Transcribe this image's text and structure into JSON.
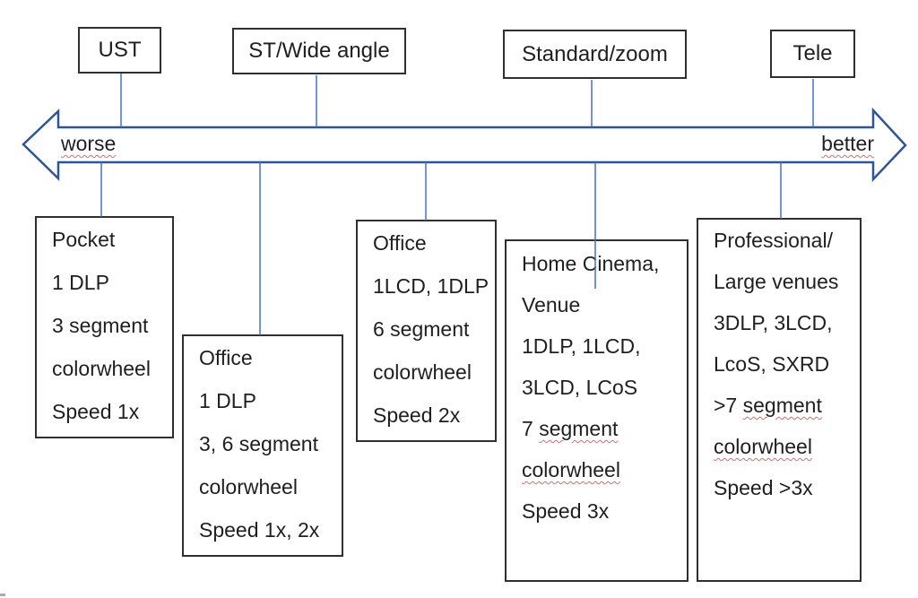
{
  "axis": {
    "left_label": "worse",
    "right_label": "better",
    "arrow_outline_color": "#2E5597",
    "connector_color": "#4472C4"
  },
  "lens_types": [
    {
      "label": "UST"
    },
    {
      "label": "ST/Wide angle"
    },
    {
      "label": "Standard/zoom"
    },
    {
      "label": "Tele"
    }
  ],
  "categories": [
    {
      "lines": [
        [
          {
            "text": "Pocket"
          }
        ],
        [
          {
            "text": "1 DLP"
          }
        ],
        [
          {
            "text": "3 segment"
          }
        ],
        [
          {
            "text": "colorwheel"
          }
        ],
        [
          {
            "text": "Speed 1x"
          }
        ]
      ]
    },
    {
      "lines": [
        [
          {
            "text": "Office"
          }
        ],
        [
          {
            "text": "1 DLP"
          }
        ],
        [
          {
            "text": "3, 6 segment"
          }
        ],
        [
          {
            "text": "colorwheel"
          }
        ],
        [
          {
            "text": "Speed 1x, 2x"
          }
        ]
      ]
    },
    {
      "lines": [
        [
          {
            "text": "Office"
          }
        ],
        [
          {
            "text": "1LCD, 1DLP"
          }
        ],
        [
          {
            "text": "6 segment"
          }
        ],
        [
          {
            "text": "colorwheel"
          }
        ],
        [
          {
            "text": "Speed 2x"
          }
        ]
      ]
    },
    {
      "lines": [
        [
          {
            "text": "Home Cinema,"
          }
        ],
        [
          {
            "text": "Venue"
          }
        ],
        [
          {
            "text": "1DLP, 1LCD,"
          }
        ],
        [
          {
            "text": "3LCD, LCoS"
          }
        ],
        [
          {
            "text": "7 "
          },
          {
            "text": "segment",
            "misspelled": true
          }
        ],
        [
          {
            "text": "colorwheel",
            "misspelled": true
          }
        ],
        [
          {
            "text": "Speed 3x"
          }
        ]
      ]
    },
    {
      "lines": [
        [
          {
            "text": "Professional/"
          }
        ],
        [
          {
            "text": "Large venues"
          }
        ],
        [
          {
            "text": "3DLP, 3LCD,"
          }
        ],
        [
          {
            "text": "LcoS, SXRD"
          }
        ],
        [
          {
            "text": ">7 "
          },
          {
            "text": "segment",
            "misspelled": true
          }
        ],
        [
          {
            "text": "colorwheel",
            "misspelled": true
          }
        ],
        [
          {
            "text": "Speed >3x"
          }
        ]
      ]
    }
  ]
}
